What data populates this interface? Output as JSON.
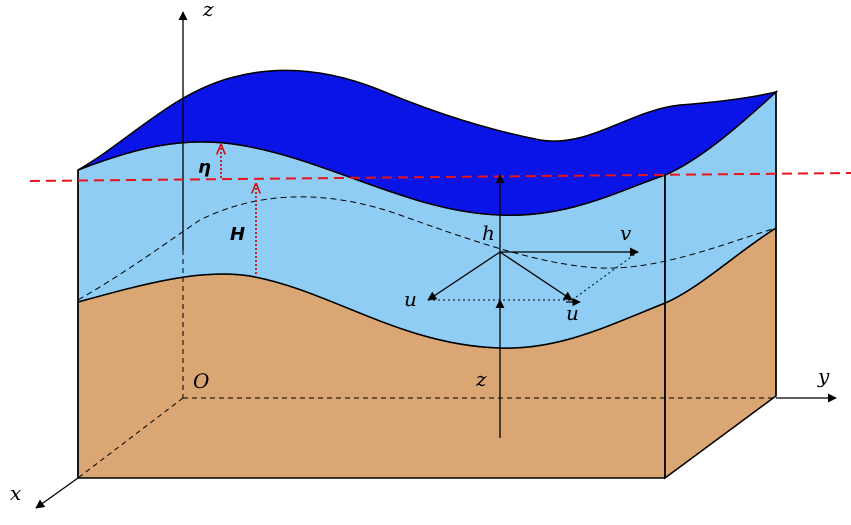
{
  "labels": {
    "z_axis": "z",
    "y_axis": "y",
    "x_axis": "x",
    "origin": "O",
    "eta": "η",
    "H": "H",
    "h": "h",
    "v": "v",
    "u": "u",
    "u_vec": "u",
    "z_depth": "z"
  },
  "colors": {
    "surface_top": "#0a14e6",
    "water": "#8fcdf5",
    "soil": "#d9a674",
    "reference_line": "#e8141c",
    "dotted_arrow": "#cc1111",
    "outline": "#000000"
  }
}
